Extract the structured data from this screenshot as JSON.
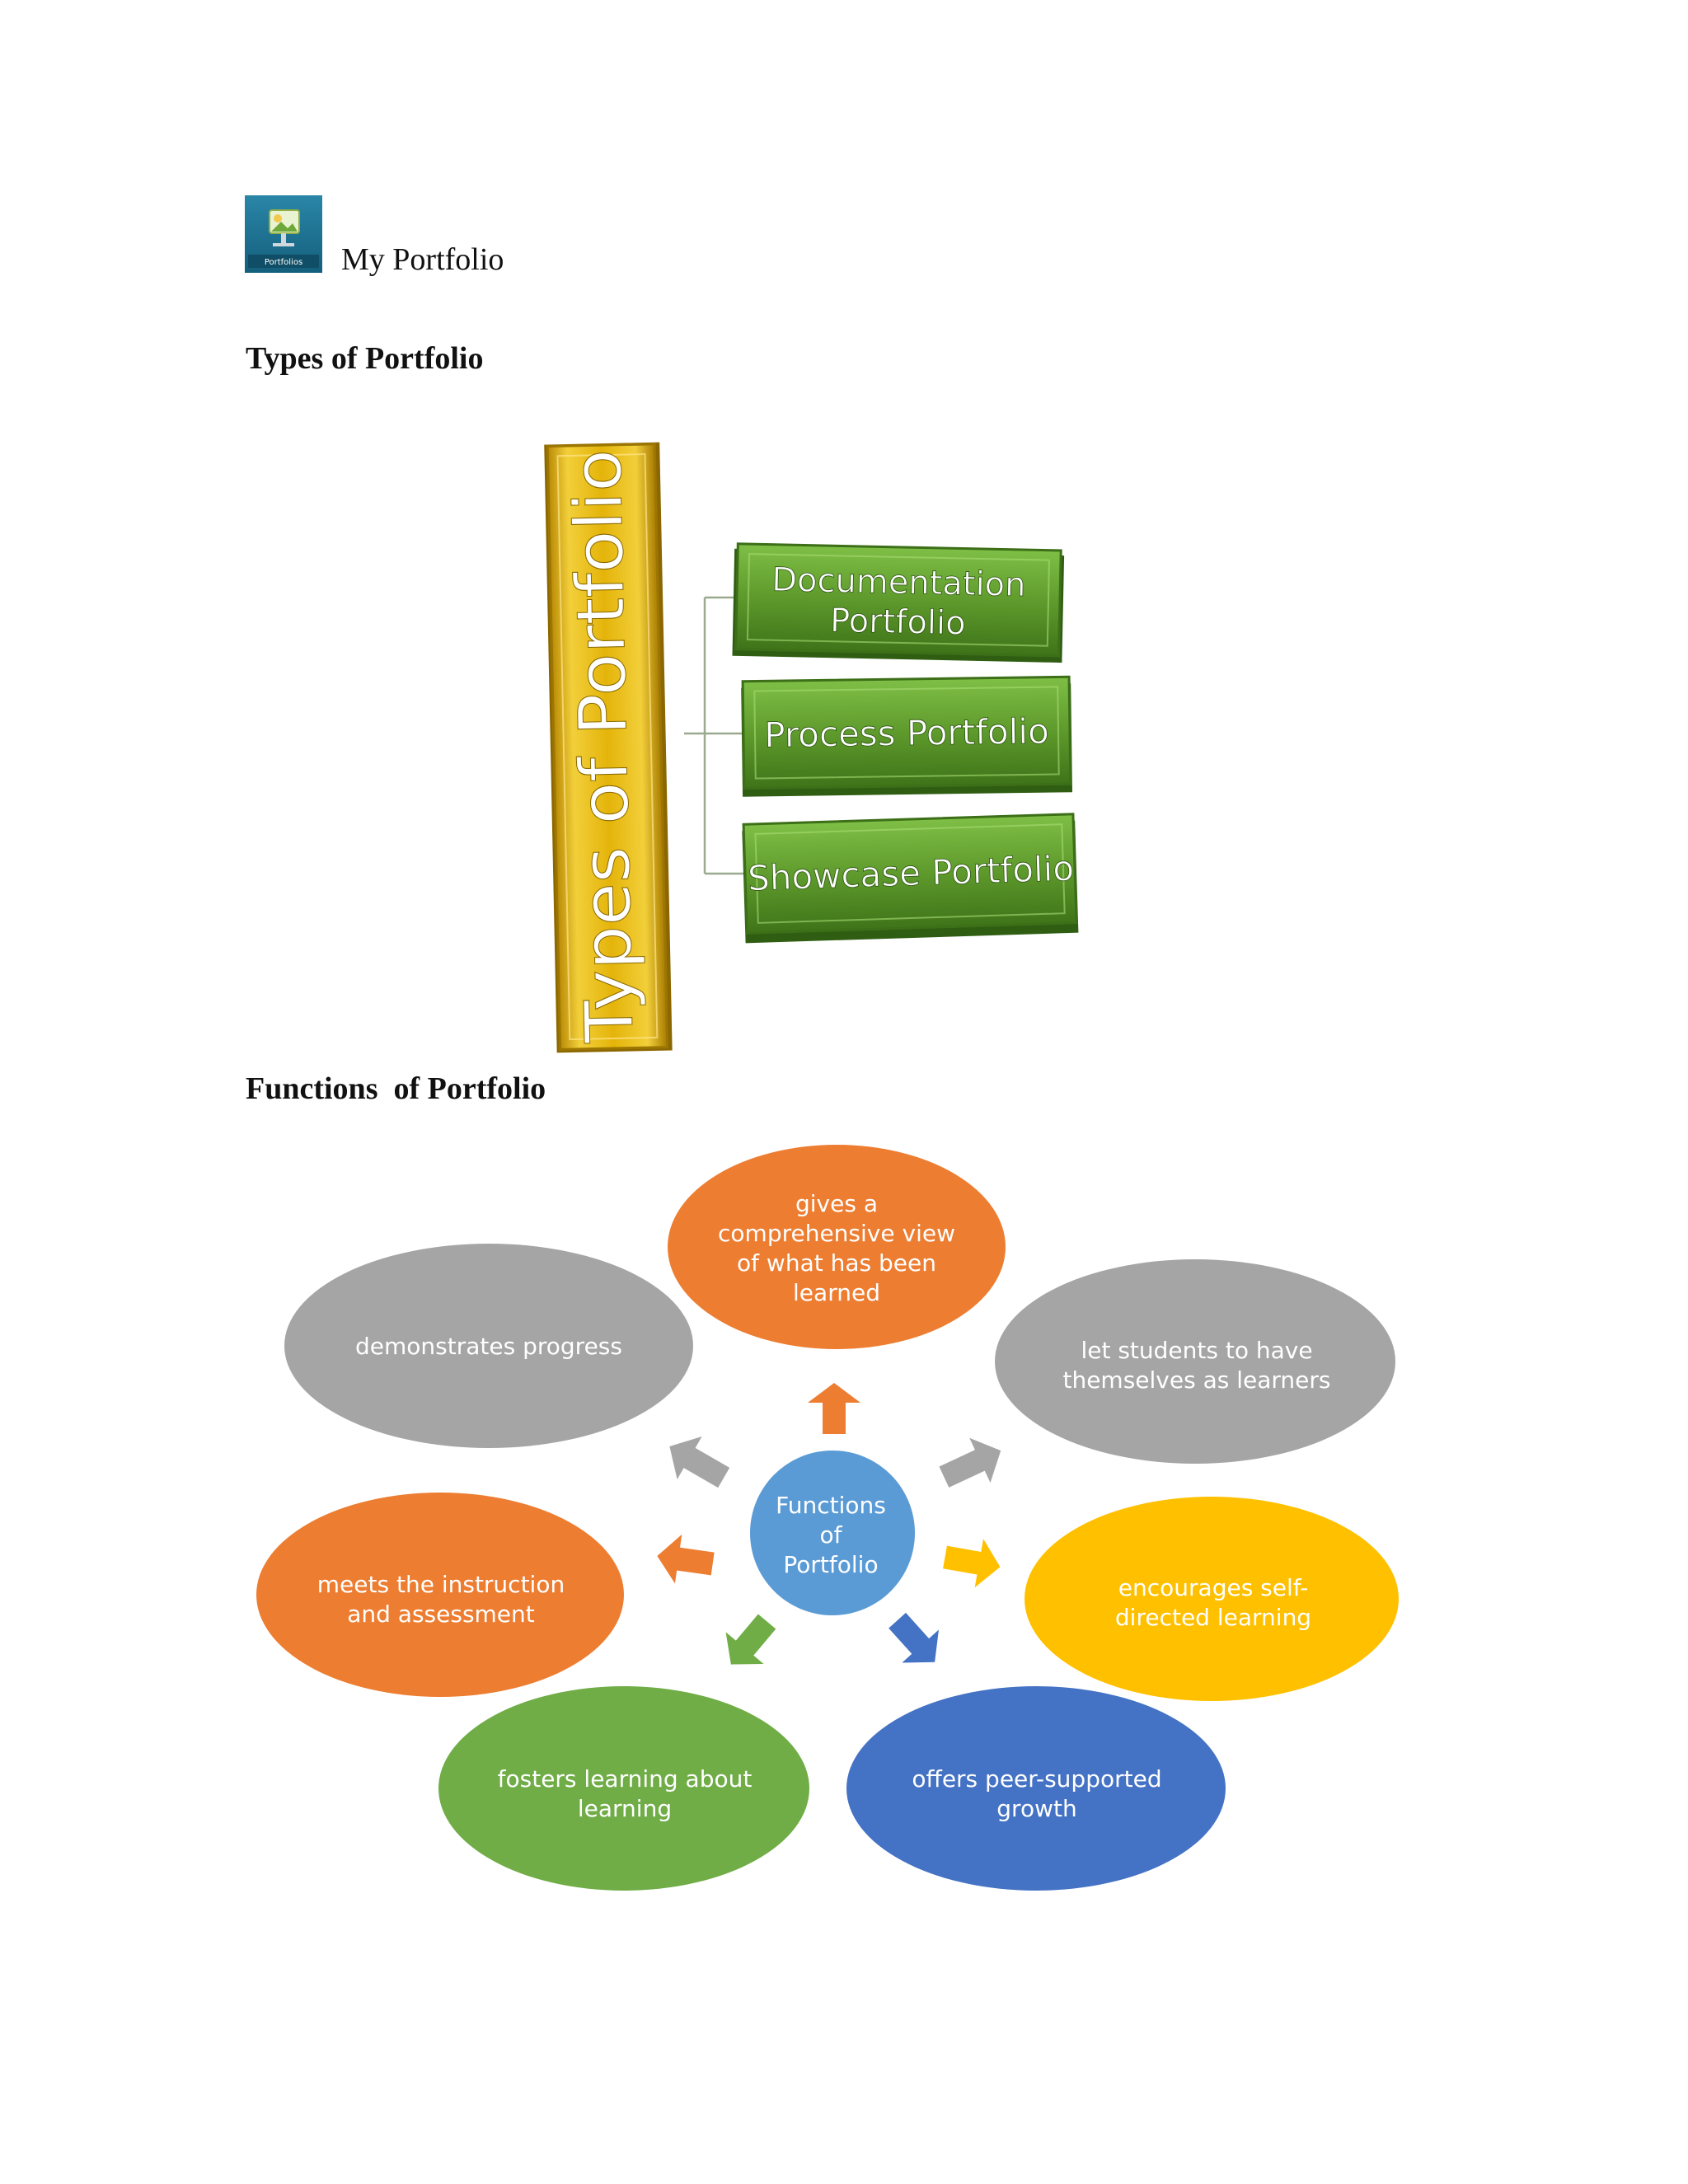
{
  "header": {
    "icon": "portfolio-icon",
    "icon_caption": "Portfolios",
    "title": "My Portfolio"
  },
  "types_section": {
    "heading": "Types of Portfolio",
    "diagram": {
      "root_label": "Types of Portfolio",
      "root_color": "#E4B40A",
      "box_color": "#5E9A2C",
      "items": [
        {
          "lines": [
            "Documentation",
            "Portfolio"
          ]
        },
        {
          "lines": [
            "Process Portfolio"
          ]
        },
        {
          "lines": [
            "Showcase Portfolio"
          ]
        }
      ]
    }
  },
  "functions_section": {
    "heading": "Functions  of Portfolio",
    "diagram": {
      "center": {
        "lines": [
          "Functions",
          "of",
          "Portfolio"
        ],
        "color": "#5B9BD5"
      },
      "nodes": [
        {
          "lines": [
            "gives a",
            "comprehensive view",
            "of what has been",
            "learned"
          ],
          "color": "#ED7D31"
        },
        {
          "lines": [
            "let students to have",
            "themselves as learners"
          ],
          "color": "#A5A5A5"
        },
        {
          "lines": [
            "encourages self-",
            "directed learning"
          ],
          "color": "#FFC000"
        },
        {
          "lines": [
            "offers peer-supported",
            "growth"
          ],
          "color": "#4472C4"
        },
        {
          "lines": [
            "fosters learning about",
            "learning"
          ],
          "color": "#70AD47"
        },
        {
          "lines": [
            "meets  the instruction",
            "and assessment"
          ],
          "color": "#ED7D31"
        },
        {
          "lines": [
            "demonstrates progress"
          ],
          "color": "#A5A5A5"
        }
      ]
    }
  }
}
